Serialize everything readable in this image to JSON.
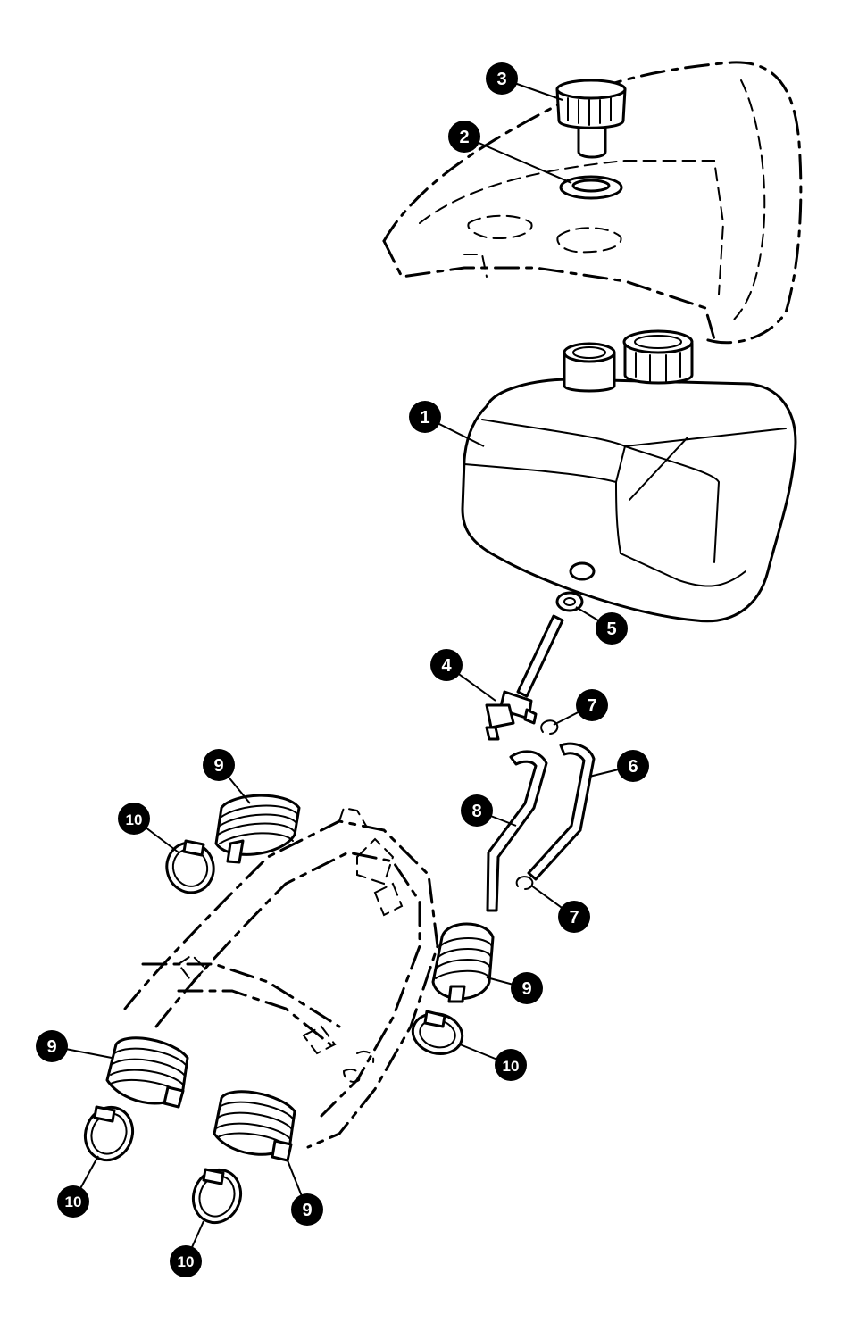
{
  "callouts": [
    {
      "id": "c3",
      "label": "3"
    },
    {
      "id": "c2",
      "label": "2"
    },
    {
      "id": "c1",
      "label": "1"
    },
    {
      "id": "c5",
      "label": "5"
    },
    {
      "id": "c4",
      "label": "4"
    },
    {
      "id": "c7a",
      "label": "7"
    },
    {
      "id": "c6",
      "label": "6"
    },
    {
      "id": "c8",
      "label": "8"
    },
    {
      "id": "c7b",
      "label": "7"
    },
    {
      "id": "c9a",
      "label": "9"
    },
    {
      "id": "c10a",
      "label": "10"
    },
    {
      "id": "c9b",
      "label": "9"
    },
    {
      "id": "c10b",
      "label": "10"
    },
    {
      "id": "c9c",
      "label": "9"
    },
    {
      "id": "c10c",
      "label": "10"
    },
    {
      "id": "c9d",
      "label": "9"
    },
    {
      "id": "c10d",
      "label": "10"
    }
  ]
}
